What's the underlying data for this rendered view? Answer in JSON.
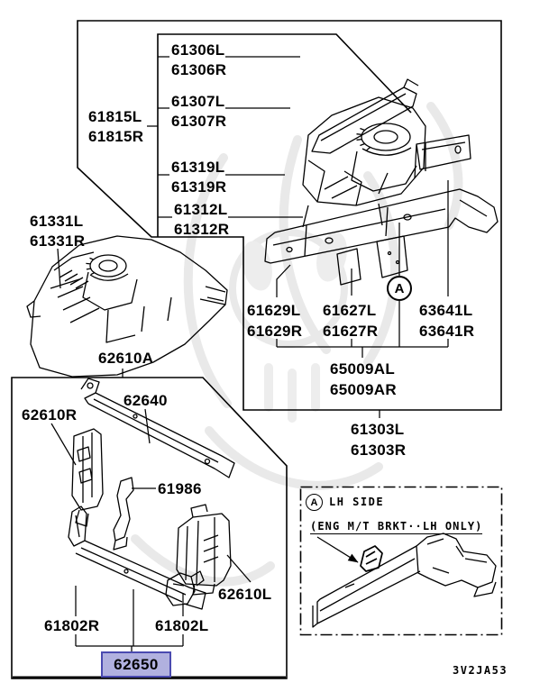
{
  "page": {
    "title": "Body front end panel parts diagram",
    "diagram_code": "3V2JA53",
    "colors": {
      "background": "#ffffff",
      "line": "#000000",
      "highlight_fill": "#b1b1df",
      "highlight_border": "#4a4ab0",
      "watermark": "#e7e7e7"
    }
  },
  "markers": {
    "main_ref": "A",
    "inset_ref": "A"
  },
  "inset": {
    "title": "LH SIDE",
    "note": "(ENG M/T BRKT··LH ONLY)"
  },
  "labels": {
    "p61306": {
      "line1": "61306L",
      "line2": "61306R"
    },
    "p61307": {
      "line1": "61307L",
      "line2": "61307R"
    },
    "p61319": {
      "line1": "61319L",
      "line2": "61319R"
    },
    "p61312": {
      "line1": "61312L",
      "line2": "61312R"
    },
    "p61815": {
      "line1": "61815L",
      "line2": "61815R"
    },
    "p61331": {
      "line1": "61331L",
      "line2": "61331R"
    },
    "p61629": {
      "line1": "61629L",
      "line2": "61629R"
    },
    "p61627": {
      "line1": "61627L",
      "line2": "61627R"
    },
    "p63641": {
      "line1": "63641L",
      "line2": "63641R"
    },
    "p65009": {
      "line1": "65009AL",
      "line2": "65009AR"
    },
    "p61303": {
      "line1": "61303L",
      "line2": "61303R"
    },
    "p62610A": {
      "line1": "62610A"
    },
    "p62640": {
      "line1": "62640"
    },
    "p62610R": {
      "line1": "62610R"
    },
    "p61986": {
      "line1": "61986"
    },
    "p62610L": {
      "line1": "62610L"
    },
    "p61802R": {
      "line1": "61802R"
    },
    "p61802L": {
      "line1": "61802L"
    },
    "p62650": {
      "line1": "62650",
      "selected": true
    }
  }
}
